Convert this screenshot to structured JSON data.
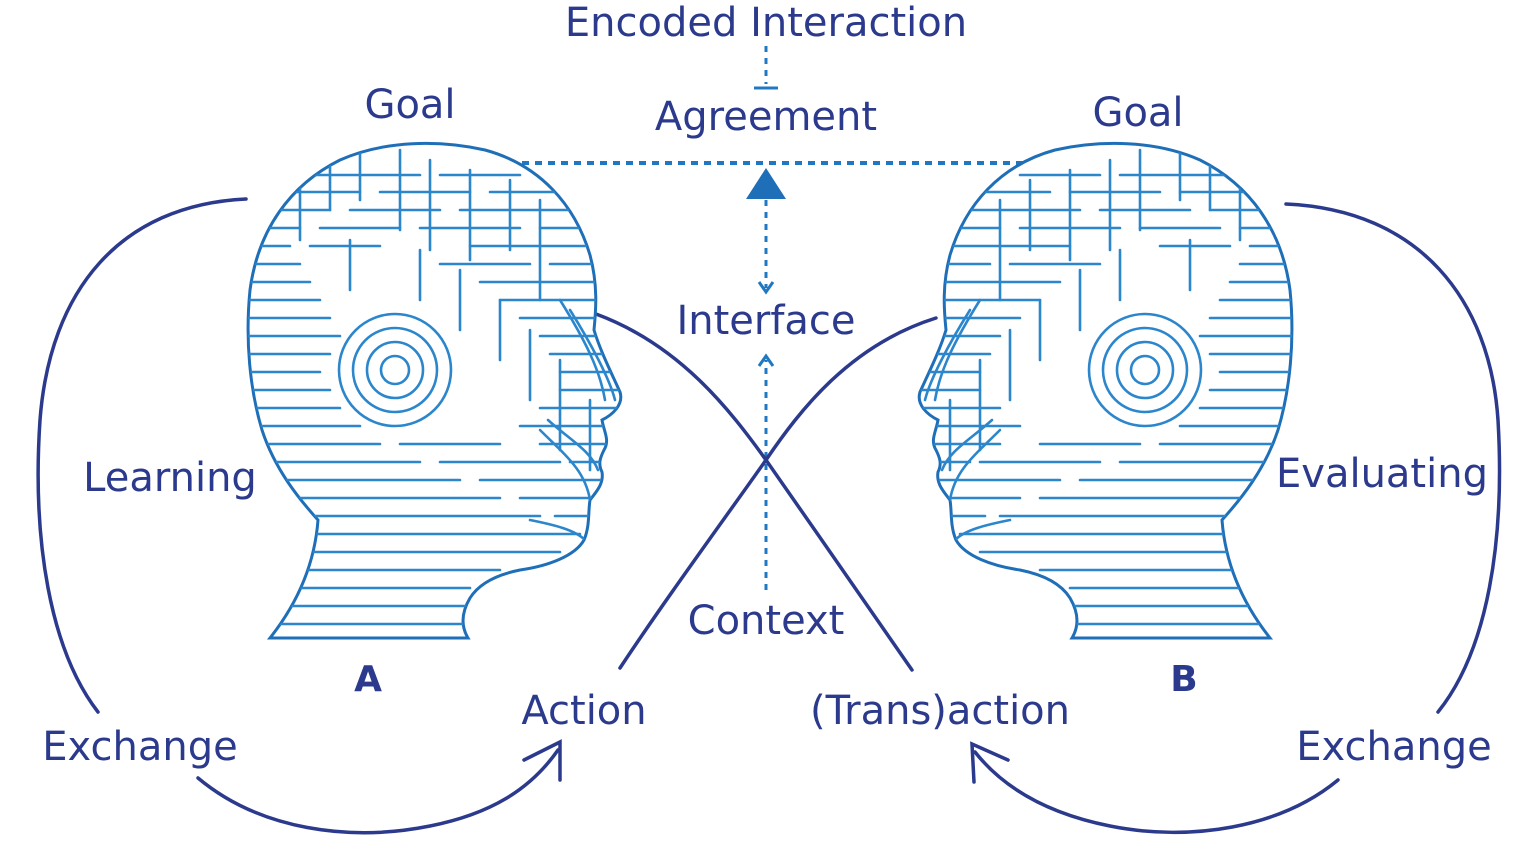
{
  "labels": {
    "encoded_interaction": "Encoded Interaction",
    "agreement": "Agreement",
    "goal_left": "Goal",
    "goal_right": "Goal",
    "interface": "Interface",
    "learning": "Learning",
    "evaluating": "Evaluating",
    "context": "Context",
    "head_a": "A",
    "head_b": "B",
    "action": "Action",
    "transaction": "(Trans)action",
    "exchange_left": "Exchange",
    "exchange_right": "Exchange"
  },
  "colors": {
    "text": "#2b3a8c",
    "dotted": "#1f78c1",
    "head_lines": "#2c86cc"
  },
  "icons": {
    "head_a": "maze-head-facing-right",
    "head_b": "maze-head-facing-left",
    "agreement_arrow": "triangle-up-arrow"
  }
}
